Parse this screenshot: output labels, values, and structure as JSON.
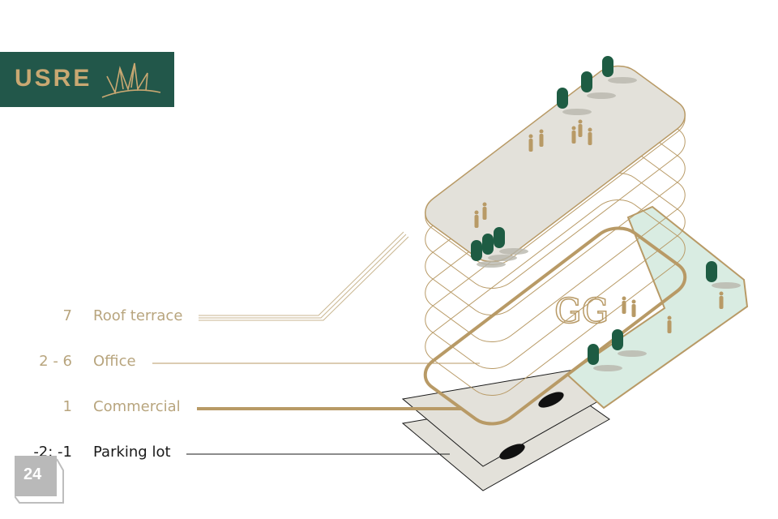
{
  "logo": {
    "text": "USRE"
  },
  "building": {
    "brand_mark": "GG"
  },
  "legend": [
    {
      "level": "7",
      "label": "Roof terrace"
    },
    {
      "level": "2 - 6",
      "label": "Office"
    },
    {
      "level": "1",
      "label": "Commercial"
    },
    {
      "level": "-2; -1",
      "label": "Parking lot"
    }
  ],
  "page_number": "24",
  "colors": {
    "gold": "#b89a66",
    "green": "#22574a",
    "tree": "#1e5c43",
    "terrace": "#d9ece2",
    "slab": "#e3e1da"
  }
}
